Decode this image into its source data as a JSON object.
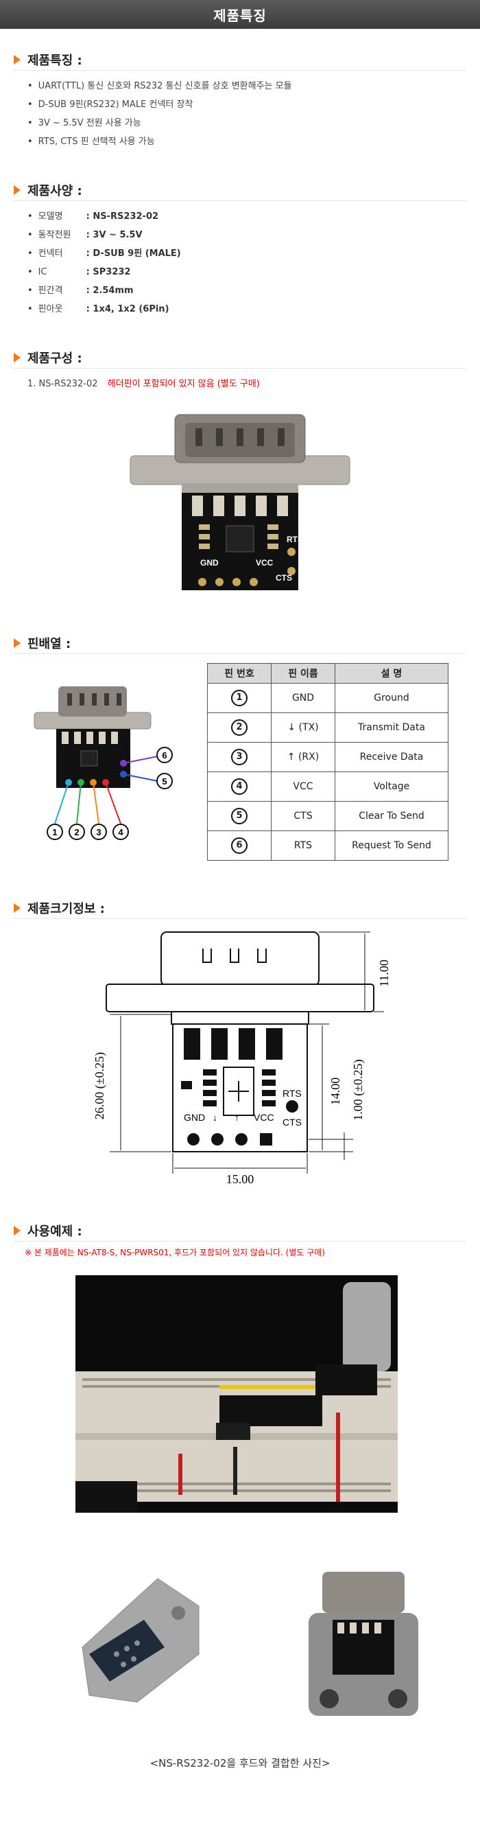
{
  "header": {
    "title": "제품특징"
  },
  "features": {
    "title": "제품특징 :",
    "items": [
      "UART(TTL) 통신 신호와 RS232 통신 신호를 상호 변환해주는 모듈",
      "D-SUB 9핀(RS232) MALE 컨넥터 장착",
      "3V ~ 5.5V 전원 사용 가능",
      "RTS, CTS 핀 선택적 사용 가능"
    ]
  },
  "specs": {
    "title": "제품사양 :",
    "items": [
      {
        "k": "모델명",
        "v": ": NS-RS232-02"
      },
      {
        "k": "동작전원",
        "v": ": 3V ~ 5.5V"
      },
      {
        "k": "컨넥터",
        "v": ": D-SUB 9핀 (MALE)"
      },
      {
        "k": "IC",
        "v": ": SP3232"
      },
      {
        "k": "핀간격",
        "v": ": 2.54mm"
      },
      {
        "k": "핀아웃",
        "v": ": 1x4, 1x2 (6Pin)"
      }
    ]
  },
  "composition": {
    "title": "제품구성 :",
    "item": "1. NS-RS232-02",
    "note": "헤더핀이 포함되어 있지 않음 (별도 구매)",
    "board": {
      "lbl_gnd": "GND",
      "lbl_vcc": "VCC",
      "lbl_rts": "RTS",
      "lbl_cts": "CTS"
    }
  },
  "pinout": {
    "title": "핀배열 :",
    "headers": [
      "핀 번호",
      "핀 이름",
      "설 명"
    ],
    "rows": [
      {
        "no": "1",
        "name": "GND",
        "desc": "Ground"
      },
      {
        "no": "2",
        "name": "↓ (TX)",
        "desc": "Transmit Data"
      },
      {
        "no": "3",
        "name": "↑ (RX)",
        "desc": "Receive Data"
      },
      {
        "no": "4",
        "name": "VCC",
        "desc": "Voltage"
      },
      {
        "no": "5",
        "name": "CTS",
        "desc": "Clear To Send"
      },
      {
        "no": "6",
        "name": "RTS",
        "desc": "Request To Send"
      }
    ],
    "callouts": [
      "1",
      "2",
      "3",
      "4",
      "5",
      "6"
    ]
  },
  "size": {
    "title": "제품크기정보 :",
    "dim_height": "26.00 (±0.25)",
    "dim_top": "11.00",
    "dim_mid": "14.00",
    "dim_pitch": "1.00 (±0.25)",
    "dim_width": "15.00",
    "lbl_gnd": "GND",
    "lbl_down": "↓",
    "lbl_up": "↑",
    "lbl_vcc": "VCC",
    "lbl_rts": "RTS",
    "lbl_cts": "CTS"
  },
  "example": {
    "title": "사용예제 :",
    "note": "※ 본 제품에는 NS-AT8-S, NS-PWRS01, 후드가 포함되어 있지 않습니다. (별도 구매)",
    "caption": "<NS-RS232-02을 후드와 결합한 사진>"
  },
  "colors": {
    "accent": "#f07a1a",
    "red": "#e00000",
    "header_bg": "#4a4a4a",
    "table_head": "#d9d9d9"
  }
}
